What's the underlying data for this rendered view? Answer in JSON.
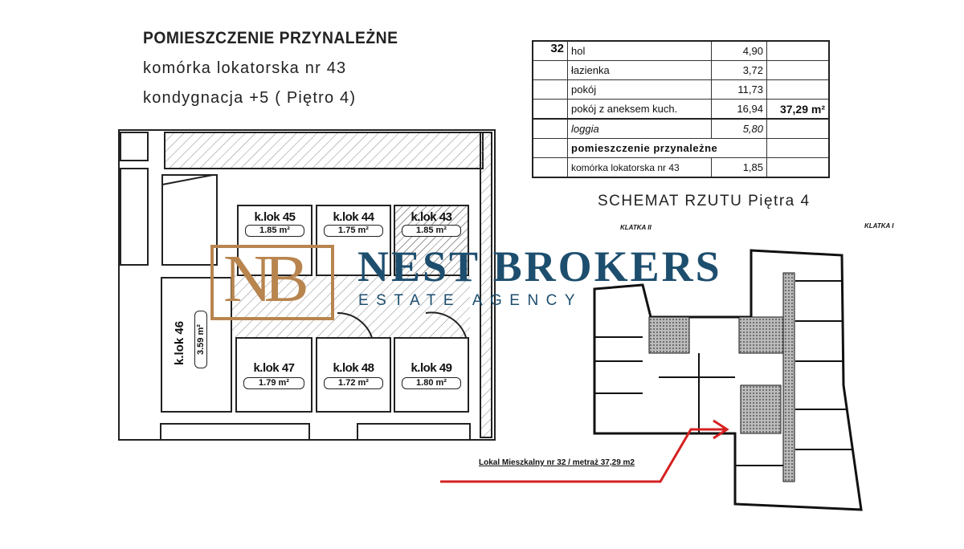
{
  "heading": {
    "title": "POMIESZCZENIE PRZYNALEŻNE",
    "line1": "komórka lokatorska nr 43",
    "line2": "kondygnacja +5 ( Piętro 4)"
  },
  "area_table": {
    "unit_no": "32",
    "rows": [
      {
        "name": "hol",
        "value": "4,90"
      },
      {
        "name": "łazienka",
        "value": "3,72"
      },
      {
        "name": "pokój",
        "value": "11,73"
      },
      {
        "name": "pokój z aneksem kuch.",
        "value": "16,94"
      },
      {
        "name": "loggia",
        "value": "5,80"
      }
    ],
    "total": "37,29 m²",
    "section": "pomieszczenie przynależne",
    "storage": {
      "name": "komórka lokatorska nr 43",
      "value": "1,85"
    }
  },
  "schematic": {
    "title": "SCHEMAT RZUTU Piętra 4",
    "klatka_2": "KLATKA II",
    "klatka_1": "KLATKA I",
    "note": "Lokal Mieszkalny nr 32  / metraż  37,29 m2",
    "arrow_color": "#d62020"
  },
  "storage_units": [
    {
      "label": "k.lok 45",
      "area": "1.85 m²"
    },
    {
      "label": "k.lok 44",
      "area": "1.75 m²"
    },
    {
      "label": "k.lok 43",
      "area": "1.85 m²",
      "highlighted": true
    },
    {
      "label": "k.lok 46",
      "area": "3.59 m²"
    },
    {
      "label": "k.lok 47",
      "area": "1.79 m²"
    },
    {
      "label": "k.lok 48",
      "area": "1.72 m²"
    },
    {
      "label": "k.lok 49",
      "area": "1.80 m²"
    }
  ],
  "watermark": {
    "monogram": "NB",
    "brand": "NEST BROKERS",
    "tagline": "ESTATE AGENCY",
    "gold": "#b8854f",
    "blue": "#1d4e6e"
  }
}
